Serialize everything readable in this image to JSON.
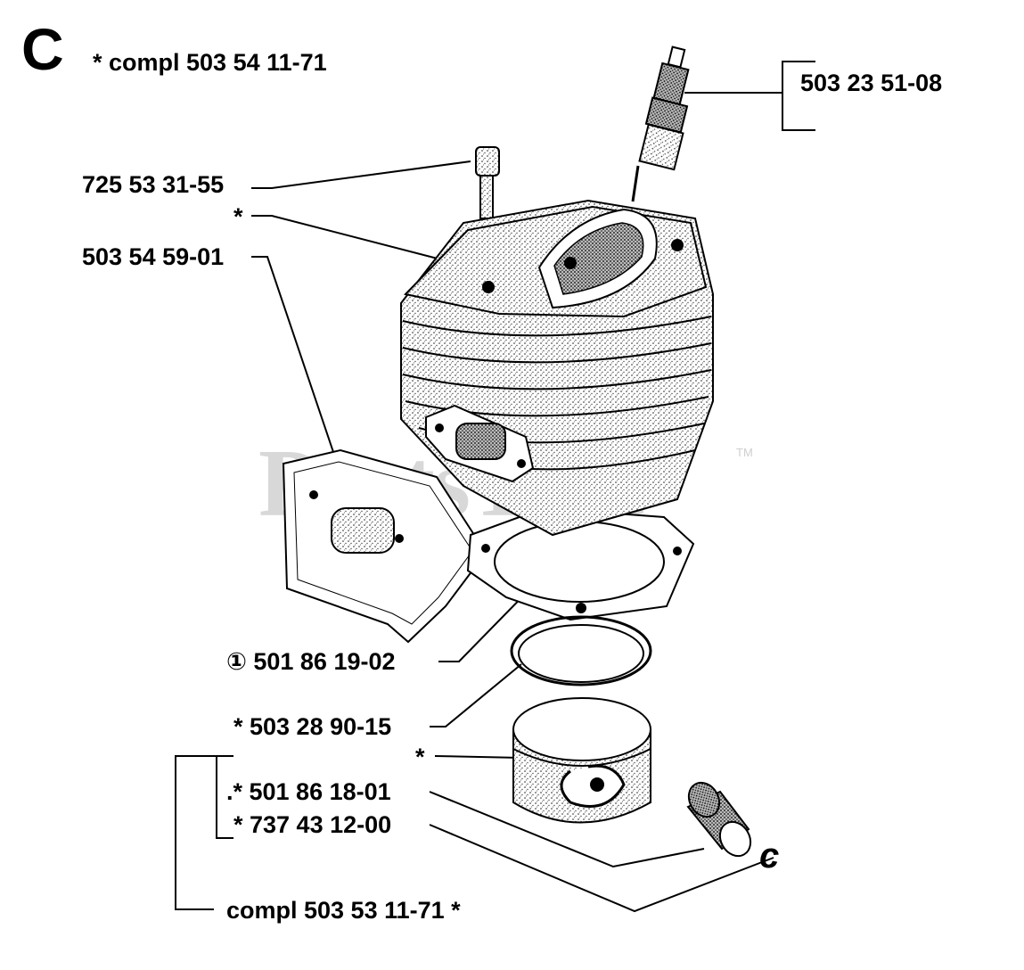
{
  "section": {
    "letter": "C",
    "assembly": "*  compl 503 54 11-71"
  },
  "labels": {
    "spark_plug": "503 23 51-08",
    "screw": "725 53 31-55",
    "cylinder_star": "*",
    "gasket_plate": "503 54 59-01",
    "base_gasket": "① 501 86 19-02",
    "piston_ring": "*  503 28 90-15",
    "piston_star": "*",
    "pin": ".*  501 86 18-01",
    "circlip": "*  737 43 12-00",
    "bearing_letter": "c",
    "piston_assembly": "compl 503 53 11-71  *"
  },
  "watermark": {
    "text": "PartsTree",
    "tm": "TM"
  }
}
